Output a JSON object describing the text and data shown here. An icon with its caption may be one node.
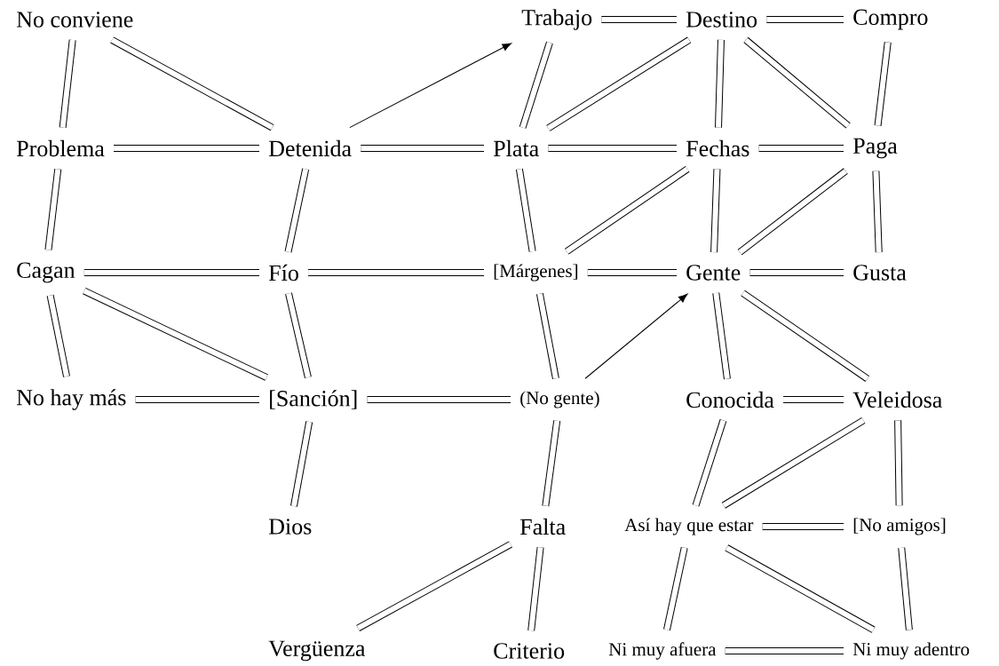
{
  "diagram": {
    "nodes": [
      {
        "text": [
          "No conviene"
        ]
      },
      {
        "text": [
          "Trabajo"
        ]
      },
      {
        "text": [
          "Destino"
        ]
      },
      {
        "text": [
          "Compro"
        ]
      },
      {
        "text": [
          "Problema"
        ]
      },
      {
        "text": [
          "Detenida"
        ]
      },
      {
        "text": [
          "Plata"
        ]
      },
      {
        "text": [
          "Fechas"
        ]
      },
      {
        "text": [
          "Paga"
        ]
      },
      {
        "text": [
          "Cagan"
        ]
      },
      {
        "text": [
          "Fío"
        ]
      },
      {
        "text": [
          "[Márgenes]"
        ]
      },
      {
        "text": [
          "Gente"
        ]
      },
      {
        "text": [
          "Gusta"
        ]
      },
      {
        "text": [
          "No hay más"
        ]
      },
      {
        "text": [
          "[Sanción]"
        ]
      },
      {
        "text": [
          "(No gente)"
        ]
      },
      {
        "text": [
          "Conocida"
        ]
      },
      {
        "text": [
          "Veleidosa"
        ]
      },
      {
        "text": [
          "Dios"
        ]
      },
      {
        "text": [
          "Falta"
        ]
      },
      {
        "text": [
          "Así hay que estar"
        ]
      },
      {
        "text": [
          "[No amigos]"
        ]
      },
      {
        "text": [
          "Vergüenza"
        ]
      },
      {
        "text": [
          "Criterio"
        ]
      },
      {
        "text": [
          "Ni muy afuera"
        ]
      },
      {
        "text": [
          "Ni muy adentro"
        ]
      }
    ],
    "edges": [
      {
        "from": 0,
        "to": 4,
        "arrow": "none"
      },
      {
        "from": 0,
        "to": 5,
        "arrow": "none"
      },
      {
        "from": 5,
        "to": 1,
        "arrow": "to"
      },
      {
        "from": 1,
        "to": 2,
        "arrow": "none"
      },
      {
        "from": 2,
        "to": 3,
        "arrow": "none"
      },
      {
        "from": 1,
        "to": 6,
        "arrow": "none"
      },
      {
        "from": 2,
        "to": 6,
        "arrow": "none"
      },
      {
        "from": 2,
        "to": 7,
        "arrow": "none"
      },
      {
        "from": 2,
        "to": 8,
        "arrow": "none"
      },
      {
        "from": 3,
        "to": 8,
        "arrow": "none"
      },
      {
        "from": 4,
        "to": 5,
        "arrow": "none"
      },
      {
        "from": 5,
        "to": 6,
        "arrow": "none"
      },
      {
        "from": 6,
        "to": 7,
        "arrow": "none"
      },
      {
        "from": 7,
        "to": 8,
        "arrow": "none"
      },
      {
        "from": 5,
        "to": 10,
        "arrow": "none"
      },
      {
        "from": 6,
        "to": 11,
        "arrow": "none"
      },
      {
        "from": 7,
        "to": 11,
        "arrow": "none"
      },
      {
        "from": 7,
        "to": 12,
        "arrow": "none"
      },
      {
        "from": 8,
        "to": 12,
        "arrow": "none"
      },
      {
        "from": 8,
        "to": 13,
        "arrow": "none"
      },
      {
        "from": 12,
        "to": 13,
        "arrow": "none"
      },
      {
        "from": 4,
        "to": 9,
        "arrow": "none"
      },
      {
        "from": 9,
        "to": 10,
        "arrow": "none"
      },
      {
        "from": 10,
        "to": 11,
        "arrow": "none"
      },
      {
        "from": 11,
        "to": 12,
        "arrow": "none"
      },
      {
        "from": 12,
        "to": 18,
        "arrow": "none"
      },
      {
        "from": 9,
        "to": 14,
        "arrow": "none"
      },
      {
        "from": 9,
        "to": 15,
        "arrow": "none"
      },
      {
        "from": 10,
        "to": 15,
        "arrow": "none"
      },
      {
        "from": 11,
        "to": 16,
        "arrow": "none"
      },
      {
        "from": 16,
        "to": 12,
        "arrow": "to"
      },
      {
        "from": 14,
        "to": 15,
        "arrow": "none"
      },
      {
        "from": 15,
        "to": 16,
        "arrow": "none"
      },
      {
        "from": 12,
        "to": 17,
        "arrow": "none"
      },
      {
        "from": 17,
        "to": 18,
        "arrow": "none"
      },
      {
        "from": 15,
        "to": 19,
        "arrow": "none"
      },
      {
        "from": 16,
        "to": 20,
        "arrow": "none"
      },
      {
        "from": 17,
        "to": 21,
        "arrow": "none"
      },
      {
        "from": 18,
        "to": 21,
        "arrow": "none"
      },
      {
        "from": 18,
        "to": 22,
        "arrow": "none"
      },
      {
        "from": 21,
        "to": 22,
        "arrow": "none"
      },
      {
        "from": 20,
        "to": 23,
        "arrow": "none"
      },
      {
        "from": 20,
        "to": 24,
        "arrow": "none"
      },
      {
        "from": 21,
        "to": 25,
        "arrow": "none"
      },
      {
        "from": 21,
        "to": 26,
        "arrow": "none"
      },
      {
        "from": 22,
        "to": 26,
        "arrow": "none"
      },
      {
        "from": 25,
        "to": 26,
        "arrow": "none"
      }
    ]
  }
}
